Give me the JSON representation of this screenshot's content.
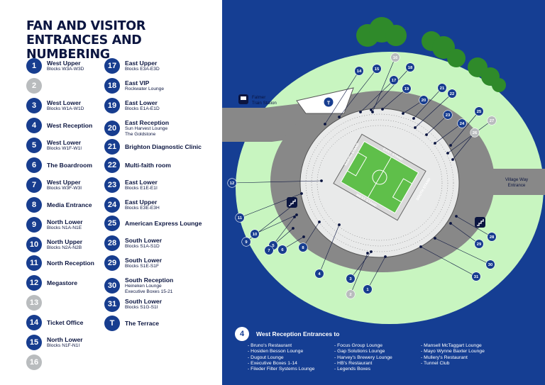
{
  "title": "FAN AND VISITOR ENTRANCES AND NUMBERING",
  "colors": {
    "navy": "#0b1540",
    "badge_blue": "#173d8f",
    "badge_grey": "#b9bcbe",
    "background_blue": "#153e93",
    "grass": "#c8f5c0",
    "road": "#888888",
    "pitch": "#5fbf4a"
  },
  "entrances_col1": [
    {
      "num": "1",
      "name": "West Upper",
      "sub": [
        "Blocks W3A-W3D"
      ],
      "grey": false
    },
    {
      "num": "2",
      "name": "",
      "sub": [],
      "grey": true
    },
    {
      "num": "3",
      "name": "West Lower",
      "sub": [
        "Blocks W1A-W1D"
      ],
      "grey": false
    },
    {
      "num": "4",
      "name": "West Reception",
      "sub": [],
      "grey": false
    },
    {
      "num": "5",
      "name": "West Lower",
      "sub": [
        "Blocks W1F-W1I"
      ],
      "grey": false
    },
    {
      "num": "6",
      "name": "The Boardroom",
      "sub": [],
      "grey": false
    },
    {
      "num": "7",
      "name": "West Upper",
      "sub": [
        "Blocks W3F-W3I"
      ],
      "grey": false
    },
    {
      "num": "8",
      "name": "Media Entrance",
      "sub": [],
      "grey": false
    },
    {
      "num": "9",
      "name": "North Lower",
      "sub": [
        "Blocks N1A-N1E"
      ],
      "grey": false
    },
    {
      "num": "10",
      "name": "North Upper",
      "sub": [
        "Blocks N2A-N2B"
      ],
      "grey": false
    },
    {
      "num": "11",
      "name": "North Reception",
      "sub": [],
      "grey": false
    },
    {
      "num": "12",
      "name": "Megastore",
      "sub": [],
      "grey": false
    },
    {
      "num": "13",
      "name": "",
      "sub": [],
      "grey": true
    },
    {
      "num": "14",
      "name": "Ticket Office",
      "sub": [],
      "grey": false
    },
    {
      "num": "15",
      "name": "North Lower",
      "sub": [
        "Blocks N1F-N1I"
      ],
      "grey": false
    },
    {
      "num": "16",
      "name": "",
      "sub": [],
      "grey": true
    }
  ],
  "entrances_col2": [
    {
      "num": "17",
      "name": "East Upper",
      "sub": [
        "Blocks E3A-E3D"
      ],
      "grey": false
    },
    {
      "num": "18",
      "name": "East VIP",
      "sub": [
        "Rockwater Lounge"
      ],
      "grey": false
    },
    {
      "num": "19",
      "name": "East Lower",
      "sub": [
        "Blocks E1A-E1D"
      ],
      "grey": false
    },
    {
      "num": "20",
      "name": "East Reception",
      "sub": [
        "Sun Harvest Lounge",
        "The Goldstone"
      ],
      "grey": false
    },
    {
      "num": "21",
      "name": "Brighton Diagnostic Clinic",
      "sub": [],
      "grey": false
    },
    {
      "num": "22",
      "name": "Multi-faith room",
      "sub": [],
      "grey": false
    },
    {
      "num": "23",
      "name": "East Lower",
      "sub": [
        "Blocks E1E-E1I"
      ],
      "grey": false
    },
    {
      "num": "24",
      "name": "East Upper",
      "sub": [
        "Blocks E3E-E3H"
      ],
      "grey": false
    },
    {
      "num": "25",
      "name": "American Express Lounge",
      "sub": [],
      "grey": false
    },
    {
      "num": "28",
      "name": "South Lower",
      "sub": [
        "Blocks S1A-S1D"
      ],
      "grey": false
    },
    {
      "num": "29",
      "name": "South Lower",
      "sub": [
        "Blocks S1E-S1F"
      ],
      "grey": false
    },
    {
      "num": "30",
      "name": "South Reception",
      "sub": [
        "Heineken Lounge",
        "Executive Boxes 15-21"
      ],
      "grey": false
    },
    {
      "num": "31",
      "name": "South Lower",
      "sub": [
        "Blocks S1G-S1I"
      ],
      "grey": false
    },
    {
      "num": "T",
      "name": "The Terrace",
      "sub": [],
      "grey": false
    }
  ],
  "map": {
    "station_label": [
      "Falmer",
      "Train Station"
    ],
    "village_label": [
      "Village Way",
      "Entrance"
    ],
    "stand_labels": {
      "north": "NORTH STAND",
      "east": "EAST STAND",
      "west": "WEST STAND",
      "south": "SOUTH STAND"
    },
    "terrace_badge": "T"
  },
  "legend": {
    "badge": "4",
    "title": "West Reception Entrances to",
    "col1": [
      "Bruno's Restaurant",
      "Hosiden Besson Lounge",
      "Dugout Lounge",
      "Executive Boxes 1-14",
      "Fileder Filter Systems Lounge"
    ],
    "col2": [
      "Focus Group Lounge",
      "Gap Solutions Lounge",
      "Harvey's Brewery Lounge",
      "HB's Restaurant",
      "Legends Boxes"
    ],
    "col3": [
      "Mansell McTaggart Lounge",
      "Mayo Wynne Baxter Lounge",
      "Mullery's Restaurant",
      "Tunnel Club"
    ]
  },
  "map_badges": [
    {
      "num": "1",
      "grey": false
    },
    {
      "num": "2",
      "grey": true
    },
    {
      "num": "3",
      "grey": false
    },
    {
      "num": "4",
      "grey": false
    },
    {
      "num": "5",
      "grey": false
    },
    {
      "num": "6",
      "grey": false
    },
    {
      "num": "7",
      "grey": false
    },
    {
      "num": "8",
      "grey": false
    },
    {
      "num": "9",
      "grey": false
    },
    {
      "num": "10",
      "grey": false
    },
    {
      "num": "11",
      "grey": false
    },
    {
      "num": "12",
      "grey": false
    },
    {
      "num": "14",
      "grey": false
    },
    {
      "num": "15",
      "grey": false
    },
    {
      "num": "16",
      "grey": true
    },
    {
      "num": "17",
      "grey": false
    },
    {
      "num": "18",
      "grey": false
    },
    {
      "num": "19",
      "grey": false
    },
    {
      "num": "20",
      "grey": false
    },
    {
      "num": "21",
      "grey": false
    },
    {
      "num": "22",
      "grey": false
    },
    {
      "num": "23",
      "grey": false
    },
    {
      "num": "24",
      "grey": false
    },
    {
      "num": "25",
      "grey": false
    },
    {
      "num": "26",
      "grey": true
    },
    {
      "num": "27",
      "grey": true
    },
    {
      "num": "28",
      "grey": false
    },
    {
      "num": "29",
      "grey": false
    },
    {
      "num": "30",
      "grey": false
    },
    {
      "num": "31",
      "grey": false
    }
  ]
}
